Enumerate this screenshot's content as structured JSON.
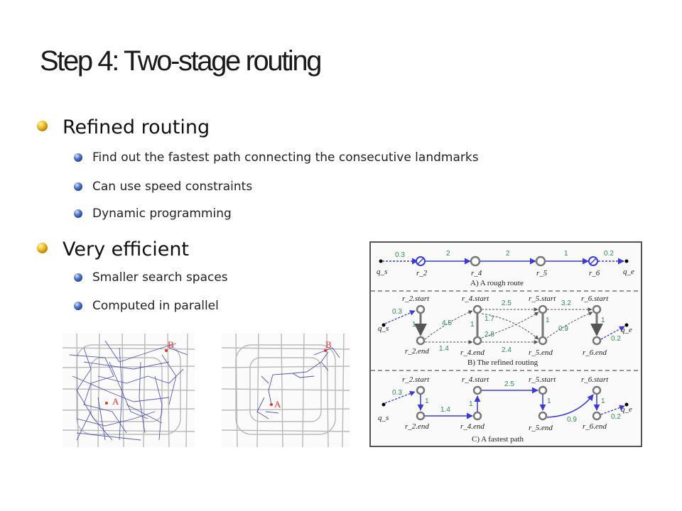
{
  "slide": {
    "title": "Step 4: Two-stage routing",
    "bullets": [
      {
        "text": "Refined routing",
        "children": [
          "Find out the fastest path connecting the consecutive landmarks",
          "Can use speed constraints",
          "Dynamic programming"
        ]
      },
      {
        "text": "Very efficient",
        "children": [
          "Smaller search spaces",
          "Computed in parallel"
        ]
      }
    ]
  },
  "maps": [
    {
      "label_start": "A",
      "label_end": "B"
    },
    {
      "label_start": "A",
      "label_end": "B"
    }
  ],
  "diagram": {
    "panel_a": {
      "caption": "A) A rough route",
      "nodes": [
        "q_s",
        "r_2",
        "r_4",
        "r_5",
        "r_6",
        "q_e"
      ],
      "weights": [
        "0.3",
        "2",
        "2",
        "1",
        "0.2"
      ]
    },
    "panel_b": {
      "caption": "B) The refined routing",
      "start_nodes": [
        "r_2.start",
        "r_4.start",
        "r_5.start",
        "r_6.start"
      ],
      "end_nodes": [
        "r_2.end",
        "r_4.end",
        "r_5.end",
        "r_6.end"
      ],
      "weights": [
        "0.3",
        "1",
        "4.5",
        "1.4",
        "1",
        "1.7",
        "2.8",
        "2.5",
        "2.4",
        "1",
        "0.9",
        "3.2",
        "1",
        "0.2"
      ]
    },
    "panel_c": {
      "caption": "C) A fastest path",
      "weights": [
        "0.3",
        "1",
        "1.4",
        "1",
        "2.5",
        "1",
        "0.9",
        "1",
        "0.2"
      ]
    },
    "colors": {
      "path": "#3a3ad8",
      "weight": "#2e8b57",
      "node": "#777777"
    }
  }
}
